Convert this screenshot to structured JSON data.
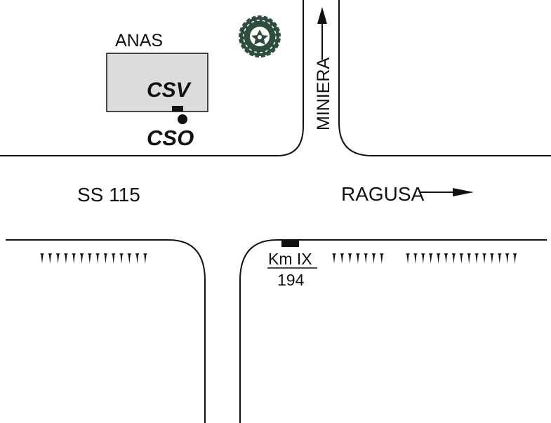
{
  "labels": {
    "anas": "ANAS",
    "csv": "CSV",
    "cso": "CSO",
    "ss": "SS 115",
    "ragusa": "RAGUSA",
    "miniera": "MINIERA",
    "km": "Km  IX",
    "km_num": "194"
  },
  "colors": {
    "road_line": "#111111",
    "building_fill": "#dcdcdc",
    "tree_fill": "#2f4d3f"
  },
  "icons": {
    "tree": "tree-icon",
    "arrow_right": "arrow-right-icon",
    "arrow_up": "arrow-up-icon"
  }
}
